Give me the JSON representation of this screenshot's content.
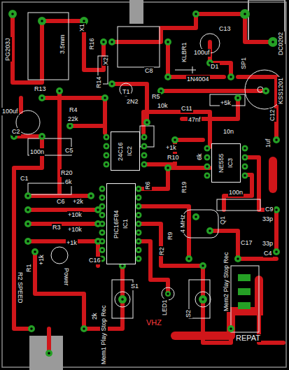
{
  "diagram": {
    "nodes": [
      {
        "text": [
          "PIC16F84",
          "IC1"
        ]
      },
      {
        "text": [
          "24C16",
          "IC2"
        ]
      },
      {
        "text": [
          "NE555",
          "IC3"
        ]
      }
    ],
    "labels": [
      "PG203J",
      "3.5mm",
      "X1",
      "R16",
      "X2",
      "KLBR1",
      "C13",
      "DC0202",
      "100uf",
      "D1",
      "1N4004",
      "SP1",
      "KSS1201",
      "R13",
      "R14",
      "T1",
      "2N2",
      "C8",
      "R5",
      "100uf",
      "C2",
      "R4",
      "22k",
      "10k",
      "C11",
      "47nf",
      "+5k",
      "C12",
      "10n",
      "1uf",
      "+1k",
      "R10",
      "R19",
      "R6",
      "6k",
      "100n",
      "C5",
      "C1",
      "R20",
      "6k",
      "100n",
      "C9",
      "C6",
      "+2k",
      "+10k",
      "R3",
      "+10k",
      "+1k",
      "4 MHz",
      "Q1",
      "R9",
      "R2",
      "33p",
      "33p",
      "C17",
      "C4",
      "R1",
      "+1k",
      "C16",
      "Power",
      "R2 SPEED",
      "2k",
      "Mem1 Play Stop Rec",
      "S1",
      "LED1",
      "VHZ",
      "S2",
      "Mem2 Play Stop Rec",
      "REPAT"
    ]
  }
}
